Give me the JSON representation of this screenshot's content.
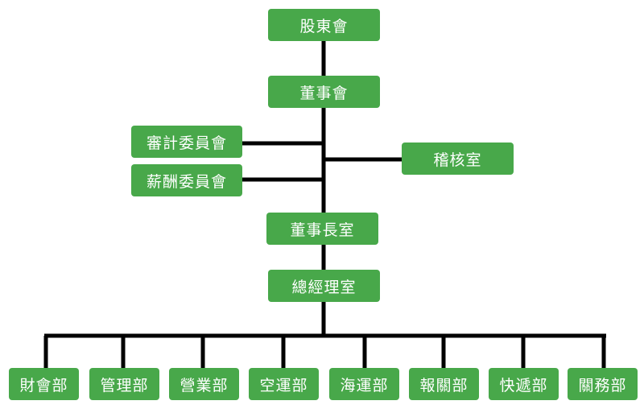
{
  "colors": {
    "box_fill": "#48a84a",
    "box_text": "#ffffff",
    "connector": "#000000"
  },
  "top": {
    "shareholders": "股東會",
    "board": "董事會"
  },
  "committees": {
    "audit": "審計委員會",
    "remuneration": "薪酬委員會"
  },
  "audit_office": "稽核室",
  "chairman_office": "董事長室",
  "gm_office": "總經理室",
  "departments": [
    "財會部",
    "管理部",
    "營業部",
    "空運部",
    "海運部",
    "報關部",
    "快遞部",
    "關務部"
  ]
}
